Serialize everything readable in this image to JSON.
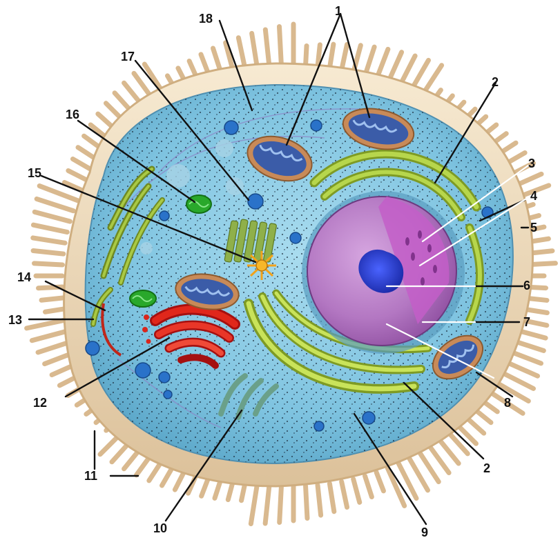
{
  "labels": {
    "l1": "1",
    "l2a": "2",
    "l2b": "2",
    "l3": "3",
    "l4": "4",
    "l5": "5",
    "l6": "6",
    "l7": "7",
    "l8": "8",
    "l9": "9",
    "l10": "10",
    "l11": "11",
    "l12": "12",
    "l13": "13",
    "l14": "14",
    "l15": "15",
    "l16": "16",
    "l17": "17",
    "l18": "18"
  },
  "colors": {
    "cytoplasm": "#7ec3e0",
    "membrane": "#f3e1c3",
    "microvilli": "#d9b98f",
    "nucleus": "#b76fc4",
    "nucleolus": "#2b3fd1",
    "golgi": "#e0271b",
    "er": "#9cbf3a",
    "mitochondria_outer": "#c88a58",
    "mitochondria_inner": "#3b5ca8",
    "lysosome": "#2fa82f",
    "vesicle": "#2a72c9",
    "centriole": "#f3a21a"
  }
}
